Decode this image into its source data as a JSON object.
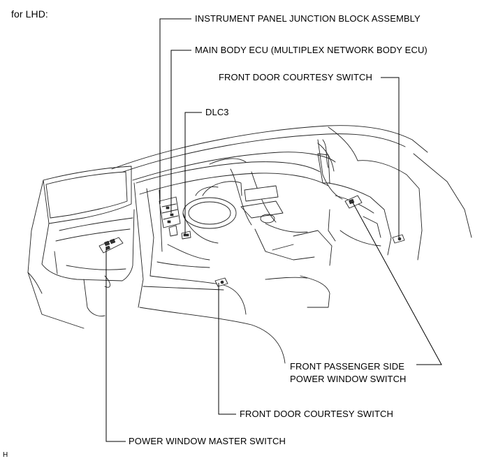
{
  "heading": "for LHD:",
  "labels": {
    "instrument_panel_jb": "INSTRUMENT PANEL JUNCTION BLOCK ASSEMBLY",
    "main_body_ecu": "MAIN BODY ECU (MULTIPLEX NETWORK BODY ECU)",
    "front_door_courtesy_right": "FRONT DOOR COURTESY SWITCH",
    "dlc3": "DLC3",
    "front_passenger_pw_line1": "FRONT PASSENGER SIDE",
    "front_passenger_pw_line2": "POWER WINDOW SWITCH",
    "front_door_courtesy_left": "FRONT DOOR COURTESY SWITCH",
    "power_window_master": "POWER WINDOW MASTER SWITCH"
  },
  "footer_code": "H"
}
